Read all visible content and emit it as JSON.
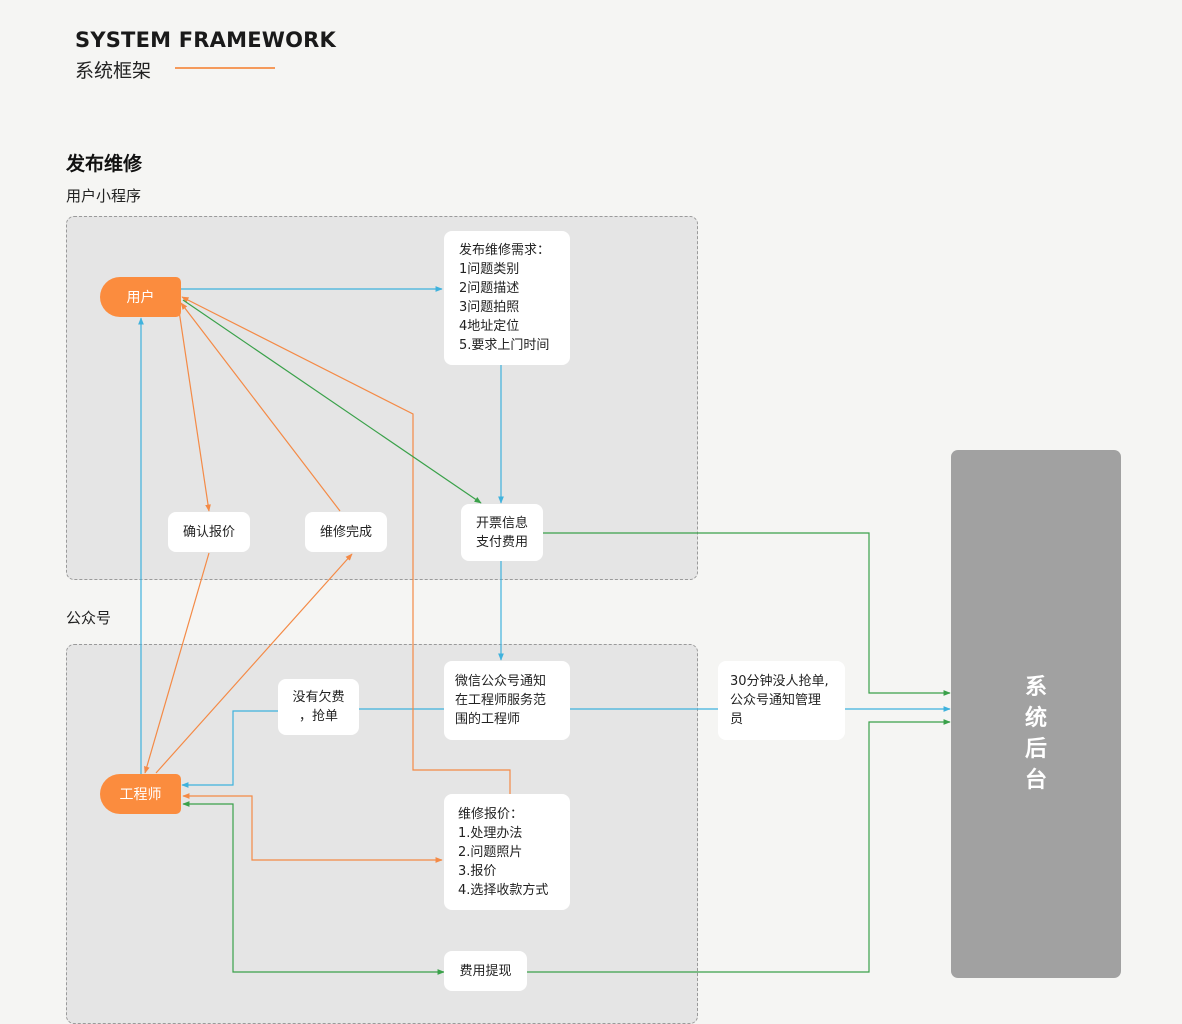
{
  "header": {
    "title_en": "SYSTEM FRAMEWORK",
    "title_cn": "系统框架"
  },
  "section": {
    "title": "发布维修"
  },
  "groups": {
    "mini_program": "用户小程序",
    "official_account": "公众号"
  },
  "actors": {
    "user": "用户",
    "engineer": "工程师"
  },
  "nodes": {
    "publish_request": {
      "lines": [
        "发布维修需求：",
        "1问题类别",
        "2问题描述",
        "3问题拍照",
        "4地址定位",
        "5.要求上门时间"
      ]
    },
    "confirm_quote": {
      "lines": [
        "确认报价"
      ]
    },
    "repair_done": {
      "lines": [
        "维修完成"
      ]
    },
    "invoice_pay": {
      "lines": [
        "开票信息",
        "支付费用"
      ]
    },
    "no_debt_grab": {
      "lines": [
        "没有欠费",
        "，抢单"
      ]
    },
    "wechat_notify": {
      "lines": [
        "微信公众号通知",
        "在工程师服务范",
        "围的工程师"
      ]
    },
    "timeout_notify": {
      "lines": [
        "30分钟没人抢单,",
        "公众号通知管理",
        "员"
      ]
    },
    "repair_quote": {
      "lines": [
        "维修报价：",
        "1.处理办法",
        "2.问题照片",
        "3.报价",
        "4.选择收款方式"
      ]
    },
    "withdraw": {
      "lines": [
        "费用提现"
      ]
    }
  },
  "backend": {
    "label": "系统后台"
  },
  "colors": {
    "orange_actor": "#fb8c3e",
    "accent_line": "#f59a5b",
    "flow_blue": "#3fb2dd",
    "flow_orange": "#f48a46",
    "flow_green": "#3aa14a",
    "backend_gray": "#a1a1a1",
    "panel_gray": "#e5e5e5"
  }
}
